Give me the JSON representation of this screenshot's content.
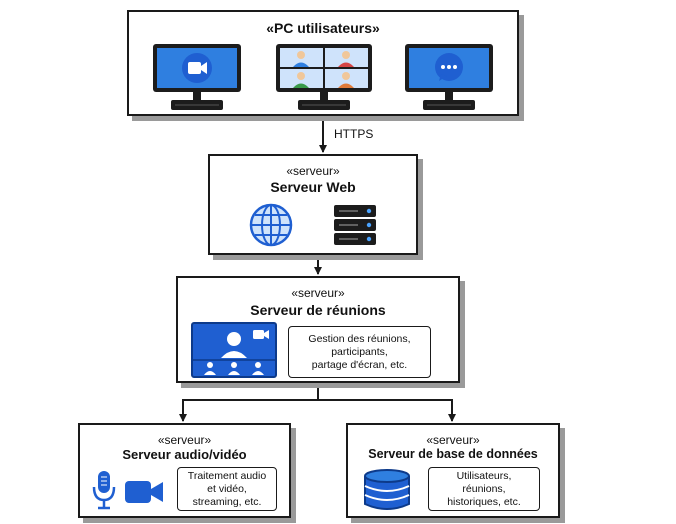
{
  "nodes": {
    "pc_users": {
      "title": "«PC utilisateurs»",
      "icons": [
        "video-camera-monitor-icon",
        "video-conference-grid-monitor-icon",
        "chat-bubble-monitor-icon"
      ]
    },
    "web_server": {
      "stereotype": "«serveur»",
      "title": "Serveur Web",
      "icons": [
        "globe-icon",
        "server-rack-icon"
      ]
    },
    "meeting_server": {
      "stereotype": "«serveur»",
      "title": "Serveur de réunions",
      "icons": [
        "video-meeting-screen-icon"
      ],
      "note": [
        "Gestion des réunions,",
        "participants,",
        "partage d'écran, etc."
      ]
    },
    "av_server": {
      "stereotype": "«serveur»",
      "title": "Serveur audio/vidéo",
      "icons": [
        "microphone-icon",
        "video-camera-icon"
      ],
      "note": [
        "Traitement audio",
        "et vidéo,",
        "streaming, etc."
      ]
    },
    "db_server": {
      "stereotype": "«serveur»",
      "title": "Serveur de base de données",
      "icons": [
        "database-icon"
      ],
      "note": [
        "Utilisateurs,",
        "réunions,",
        "historiques, etc."
      ]
    }
  },
  "edges": [
    {
      "from": "pc_users",
      "to": "web_server",
      "label": "HTTPS"
    },
    {
      "from": "web_server",
      "to": "meeting_server",
      "label": ""
    },
    {
      "from": "meeting_server",
      "to": "av_server",
      "label": ""
    },
    {
      "from": "meeting_server",
      "to": "db_server",
      "label": ""
    }
  ],
  "colors": {
    "monitor_frame": "#1c1c1c",
    "screen_blue": "#2f7fe0",
    "icon_blue": "#1f5fd1",
    "light_blue": "#cfe3fb",
    "shadow": "#9a9a9a"
  }
}
